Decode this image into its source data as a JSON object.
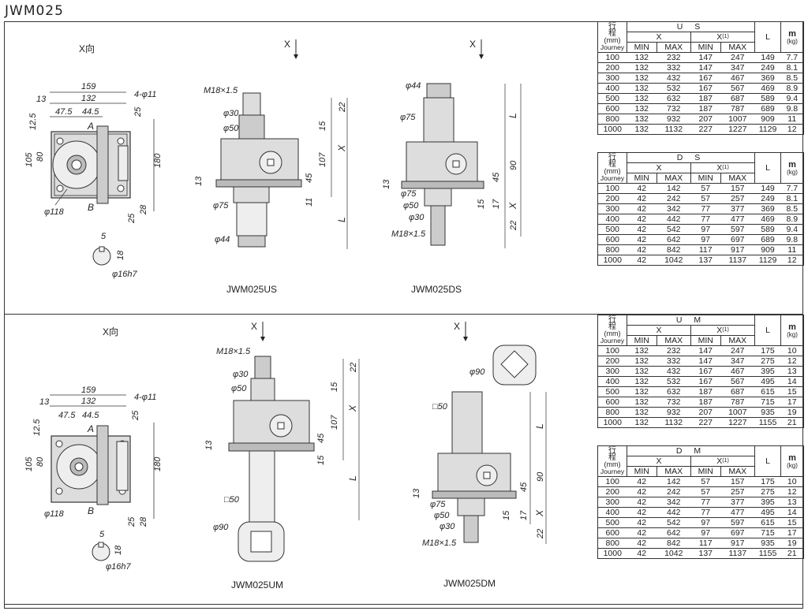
{
  "title": "JWM025",
  "views": {
    "xdir": "X向",
    "x_arrow": "X"
  },
  "dims_plan": {
    "d159": "159",
    "d132": "132",
    "d13": "13",
    "d475": "47.5",
    "d445": "44.5",
    "holes": "4-φ11",
    "d125": "12.5",
    "d25": "25",
    "d105": "105",
    "d80": "80",
    "d180": "180",
    "d28": "28",
    "d118": "φ118",
    "A": "A",
    "B": "B"
  },
  "dims_shaft": {
    "d5": "5",
    "d18": "18",
    "d16h7": "φ16h7"
  },
  "dims_us": {
    "m18": "M18×1.5",
    "p30": "φ30",
    "p50": "φ50",
    "p75": "φ75",
    "p44": "φ44",
    "d22": "22",
    "d15": "15",
    "d107": "107",
    "d45": "45",
    "d11": "11",
    "d13": "13",
    "X": "X",
    "L": "L"
  },
  "dims_ds": {
    "p44": "φ44",
    "p75": "φ75",
    "p50": "φ50",
    "p30": "φ30",
    "m18": "M18×1.5",
    "d13": "13",
    "d45": "45",
    "d90": "90",
    "d15": "15",
    "d17": "17",
    "d22": "22",
    "L": "L",
    "X": "X"
  },
  "dims_um": {
    "m18": "M18×1.5",
    "p30": "φ30",
    "p50": "φ50",
    "s50": "□50",
    "p90": "φ90",
    "d22": "22",
    "d15": "15",
    "d107": "107",
    "d45": "45",
    "d13": "13",
    "X": "X",
    "L": "L"
  },
  "dims_dm": {
    "p90": "φ90",
    "s50": "□50",
    "p75": "φ75",
    "p50": "φ50",
    "p30": "φ30",
    "m18": "M18×1.5",
    "d13": "13",
    "d45": "45",
    "d90": "90",
    "d15": "15",
    "d17": "17",
    "d22": "22",
    "L": "L",
    "X": "X"
  },
  "captions": {
    "us": "JWM025US",
    "ds": "JWM025DS",
    "um": "JWM025UM",
    "dm": "JWM025DM"
  },
  "tables": [
    {
      "group": "U S",
      "rows": [
        [
          "100",
          "132",
          "232",
          "147",
          "247",
          "149",
          "7.7"
        ],
        [
          "200",
          "132",
          "332",
          "147",
          "347",
          "249",
          "8.1"
        ],
        [
          "300",
          "132",
          "432",
          "167",
          "467",
          "369",
          "8.5"
        ],
        [
          "400",
          "132",
          "532",
          "167",
          "567",
          "469",
          "8.9"
        ],
        [
          "500",
          "132",
          "632",
          "187",
          "687",
          "589",
          "9.4"
        ],
        [
          "600",
          "132",
          "732",
          "187",
          "787",
          "689",
          "9.8"
        ],
        [
          "800",
          "132",
          "932",
          "207",
          "1007",
          "909",
          "11"
        ],
        [
          "1000",
          "132",
          "1132",
          "227",
          "1227",
          "1129",
          "12"
        ]
      ]
    },
    {
      "group": "D S",
      "rows": [
        [
          "100",
          "42",
          "142",
          "57",
          "157",
          "149",
          "7.7"
        ],
        [
          "200",
          "42",
          "242",
          "57",
          "257",
          "249",
          "8.1"
        ],
        [
          "300",
          "42",
          "342",
          "77",
          "377",
          "369",
          "8.5"
        ],
        [
          "400",
          "42",
          "442",
          "77",
          "477",
          "469",
          "8.9"
        ],
        [
          "500",
          "42",
          "542",
          "97",
          "597",
          "589",
          "9.4"
        ],
        [
          "600",
          "42",
          "642",
          "97",
          "697",
          "689",
          "9.8"
        ],
        [
          "800",
          "42",
          "842",
          "117",
          "917",
          "909",
          "11"
        ],
        [
          "1000",
          "42",
          "1042",
          "137",
          "1137",
          "1129",
          "12"
        ]
      ]
    },
    {
      "group": "U M",
      "rows": [
        [
          "100",
          "132",
          "232",
          "147",
          "247",
          "175",
          "10"
        ],
        [
          "200",
          "132",
          "332",
          "147",
          "347",
          "275",
          "12"
        ],
        [
          "300",
          "132",
          "432",
          "167",
          "467",
          "395",
          "13"
        ],
        [
          "400",
          "132",
          "532",
          "167",
          "567",
          "495",
          "14"
        ],
        [
          "500",
          "132",
          "632",
          "187",
          "687",
          "615",
          "15"
        ],
        [
          "600",
          "132",
          "732",
          "187",
          "787",
          "715",
          "17"
        ],
        [
          "800",
          "132",
          "932",
          "207",
          "1007",
          "935",
          "19"
        ],
        [
          "1000",
          "132",
          "1132",
          "227",
          "1227",
          "1155",
          "21"
        ]
      ]
    },
    {
      "group": "D M",
      "rows": [
        [
          "100",
          "42",
          "142",
          "57",
          "157",
          "175",
          "10"
        ],
        [
          "200",
          "42",
          "242",
          "57",
          "257",
          "275",
          "12"
        ],
        [
          "300",
          "42",
          "342",
          "77",
          "377",
          "395",
          "13"
        ],
        [
          "400",
          "42",
          "442",
          "77",
          "477",
          "495",
          "14"
        ],
        [
          "500",
          "42",
          "542",
          "97",
          "597",
          "615",
          "15"
        ],
        [
          "600",
          "42",
          "642",
          "97",
          "697",
          "715",
          "17"
        ],
        [
          "800",
          "42",
          "842",
          "117",
          "917",
          "935",
          "19"
        ],
        [
          "1000",
          "42",
          "1042",
          "137",
          "1137",
          "1155",
          "21"
        ]
      ]
    }
  ],
  "table_header": {
    "stroke_cn1": "行",
    "stroke_cn2": "程",
    "unit": "(mm)",
    "journey": "Journey",
    "x": "X",
    "x1": "X",
    "x1_note": "(1)",
    "min": "MIN",
    "max": "MAX",
    "L": "L",
    "m": "m",
    "kg": "(kg)"
  }
}
